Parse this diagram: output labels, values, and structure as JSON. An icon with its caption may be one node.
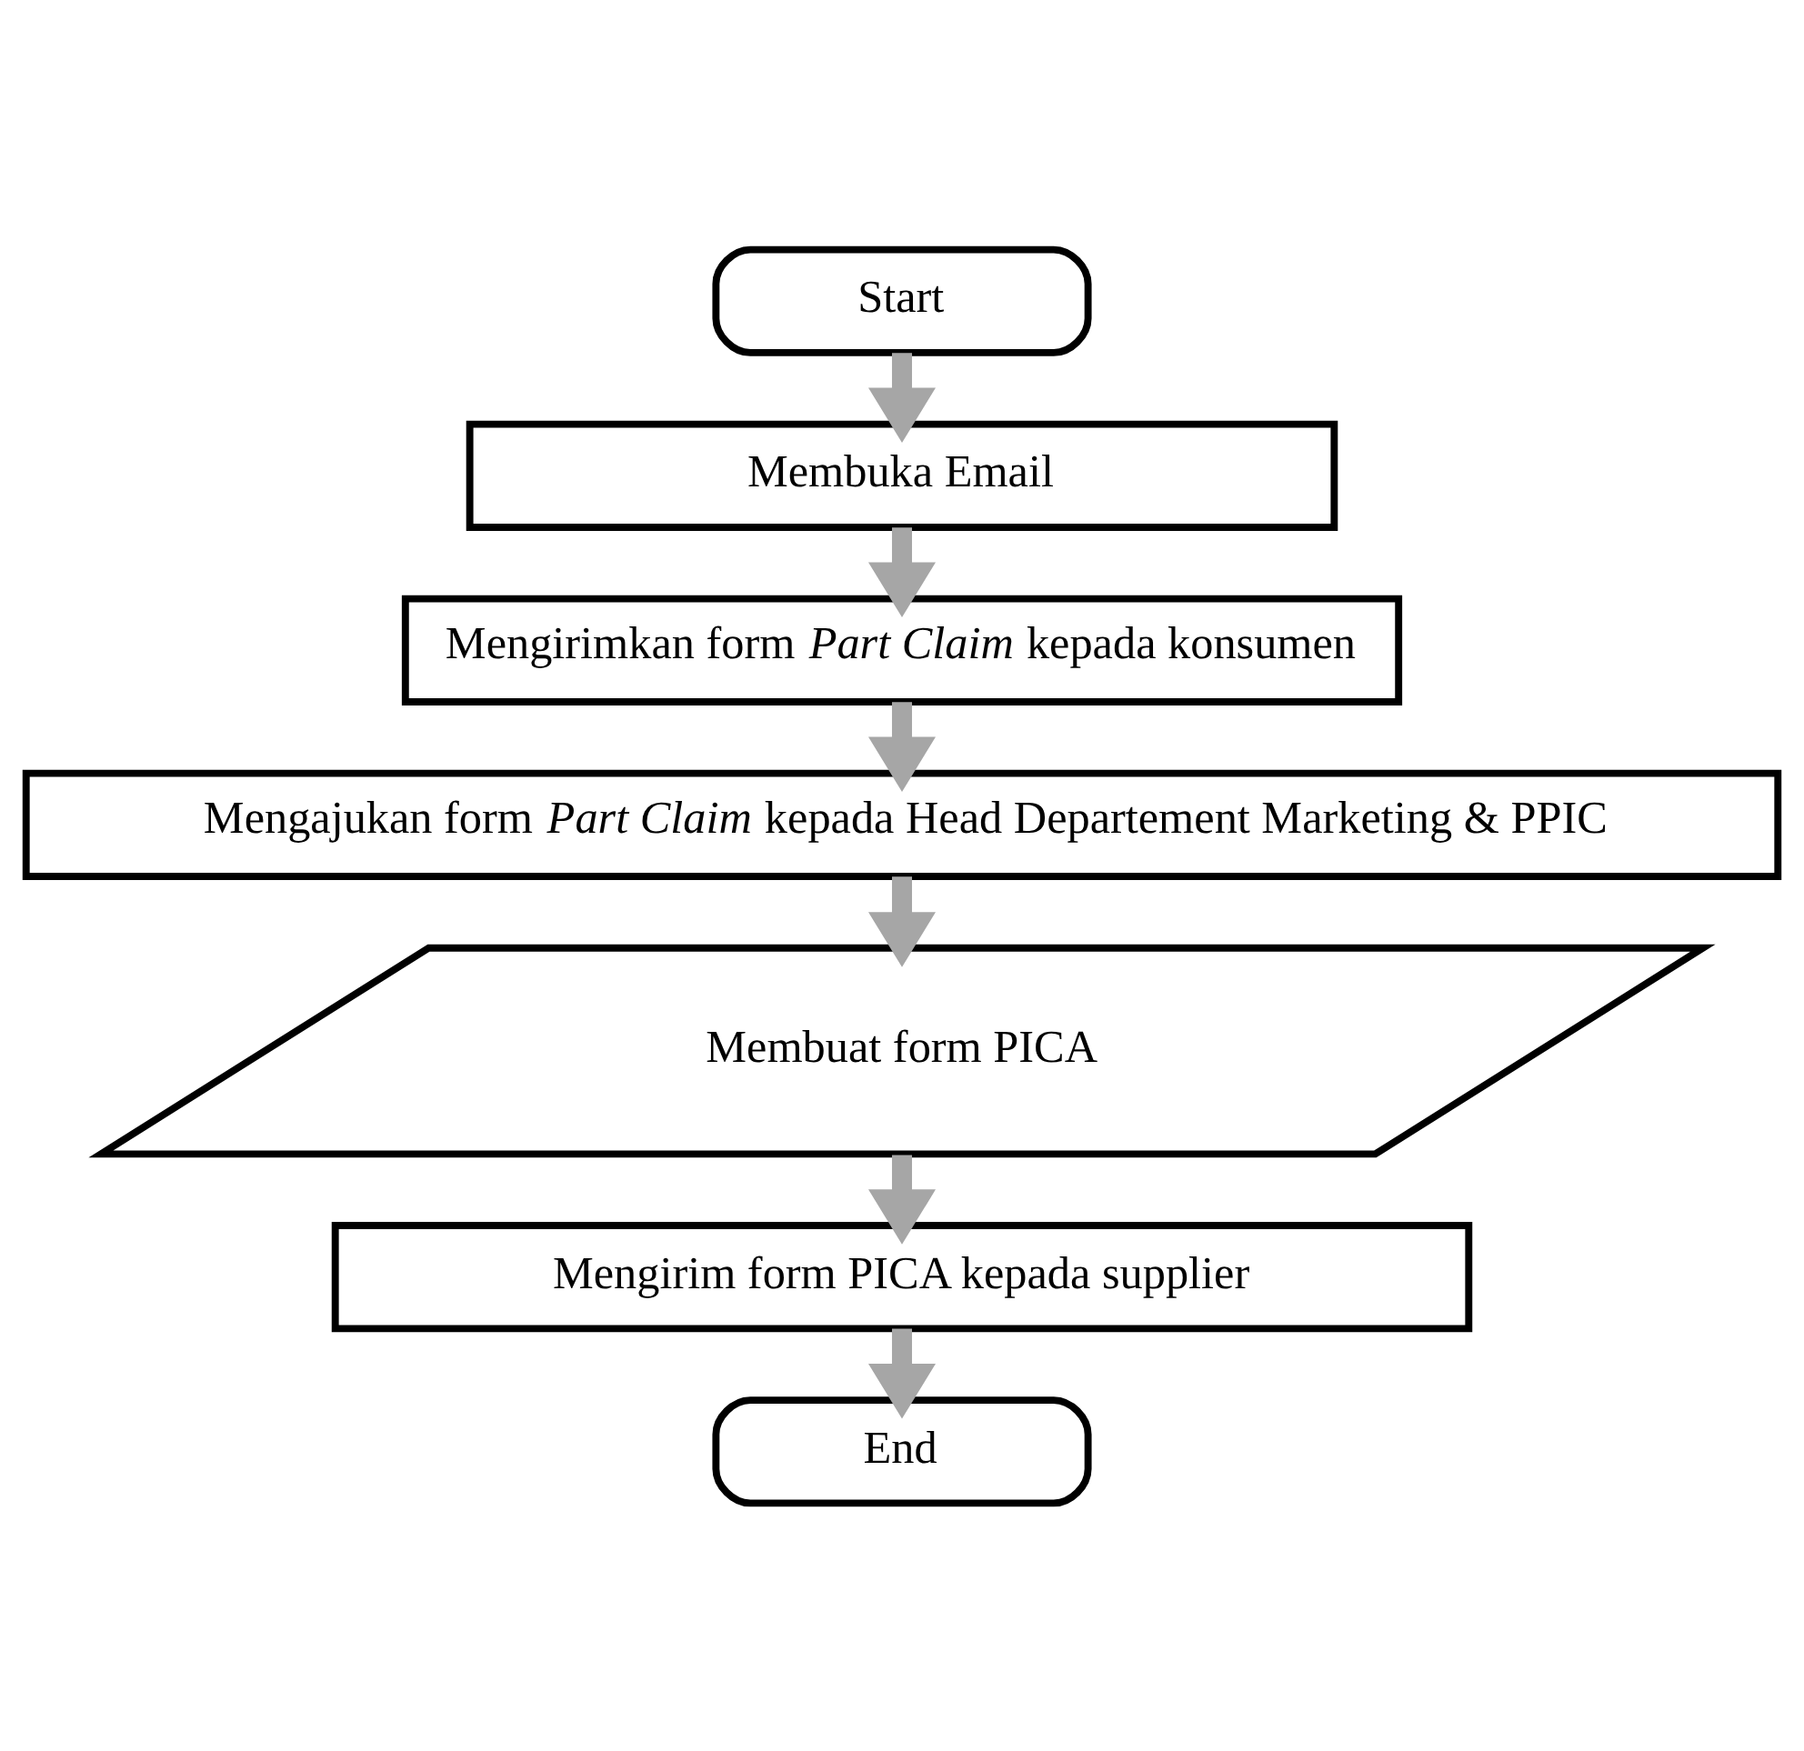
{
  "diagram": {
    "nodes": [
      {
        "text": [
          "Start"
        ]
      },
      {
        "text": [
          "Membuka Email"
        ]
      },
      {
        "text": [
          "Mengirimkan form *Part Claim* kepada konsumen"
        ]
      },
      {
        "text": [
          "Mengajukan form *Part Claim* kepada Head Departement Marketing & PPIC"
        ]
      },
      {
        "text": [
          "Membuat form PICA"
        ]
      },
      {
        "text": [
          "Mengirim form PICA kepada supplier"
        ]
      },
      {
        "text": [
          "End"
        ]
      }
    ],
    "edges": [
      {
        "from": 0,
        "to": 1,
        "arrow": "to"
      },
      {
        "from": 1,
        "to": 2,
        "arrow": "to"
      },
      {
        "from": 2,
        "to": 3,
        "arrow": "to"
      },
      {
        "from": 3,
        "to": 4,
        "arrow": "to"
      },
      {
        "from": 4,
        "to": 5,
        "arrow": "to"
      },
      {
        "from": 5,
        "to": 6,
        "arrow": "to"
      }
    ]
  }
}
